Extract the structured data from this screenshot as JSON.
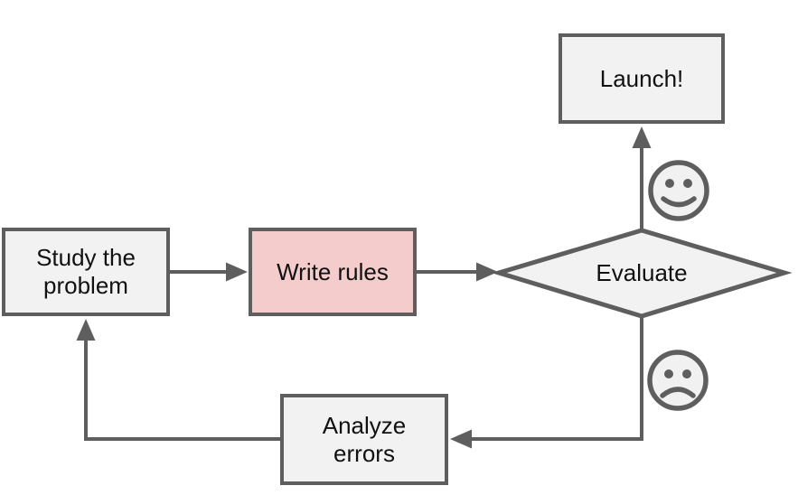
{
  "nodes": {
    "study": {
      "label": "Study the\nproblem"
    },
    "write_rules": {
      "label": "Write rules"
    },
    "evaluate": {
      "label": "Evaluate"
    },
    "launch": {
      "label": "Launch!"
    },
    "analyze_errors": {
      "label": "Analyze\nerrors"
    }
  },
  "icons": {
    "good_result": "happy-face-icon",
    "bad_result": "sad-face-icon"
  },
  "colors": {
    "line": "#5e5e5e",
    "node_fill": "#f2f2f2",
    "highlight_fill": "#f4cccc",
    "face_fill": "#f1f1f1",
    "text": "#111111",
    "bg": "#ffffff"
  }
}
